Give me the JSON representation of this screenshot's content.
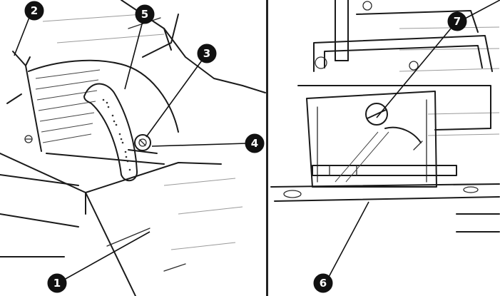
{
  "figure": {
    "left_panel": {
      "callouts": [
        {
          "id": "c2",
          "label": "2"
        },
        {
          "id": "c5",
          "label": "5"
        },
        {
          "id": "c3",
          "label": "3"
        },
        {
          "id": "c4",
          "label": "4"
        },
        {
          "id": "c1",
          "label": "1"
        }
      ]
    },
    "right_panel": {
      "callouts": [
        {
          "id": "c7",
          "label": "7"
        },
        {
          "id": "c6",
          "label": "6"
        }
      ]
    },
    "colors": {
      "ink": "#111111",
      "background": "#ffffff",
      "panel_divider": "#222222"
    }
  }
}
